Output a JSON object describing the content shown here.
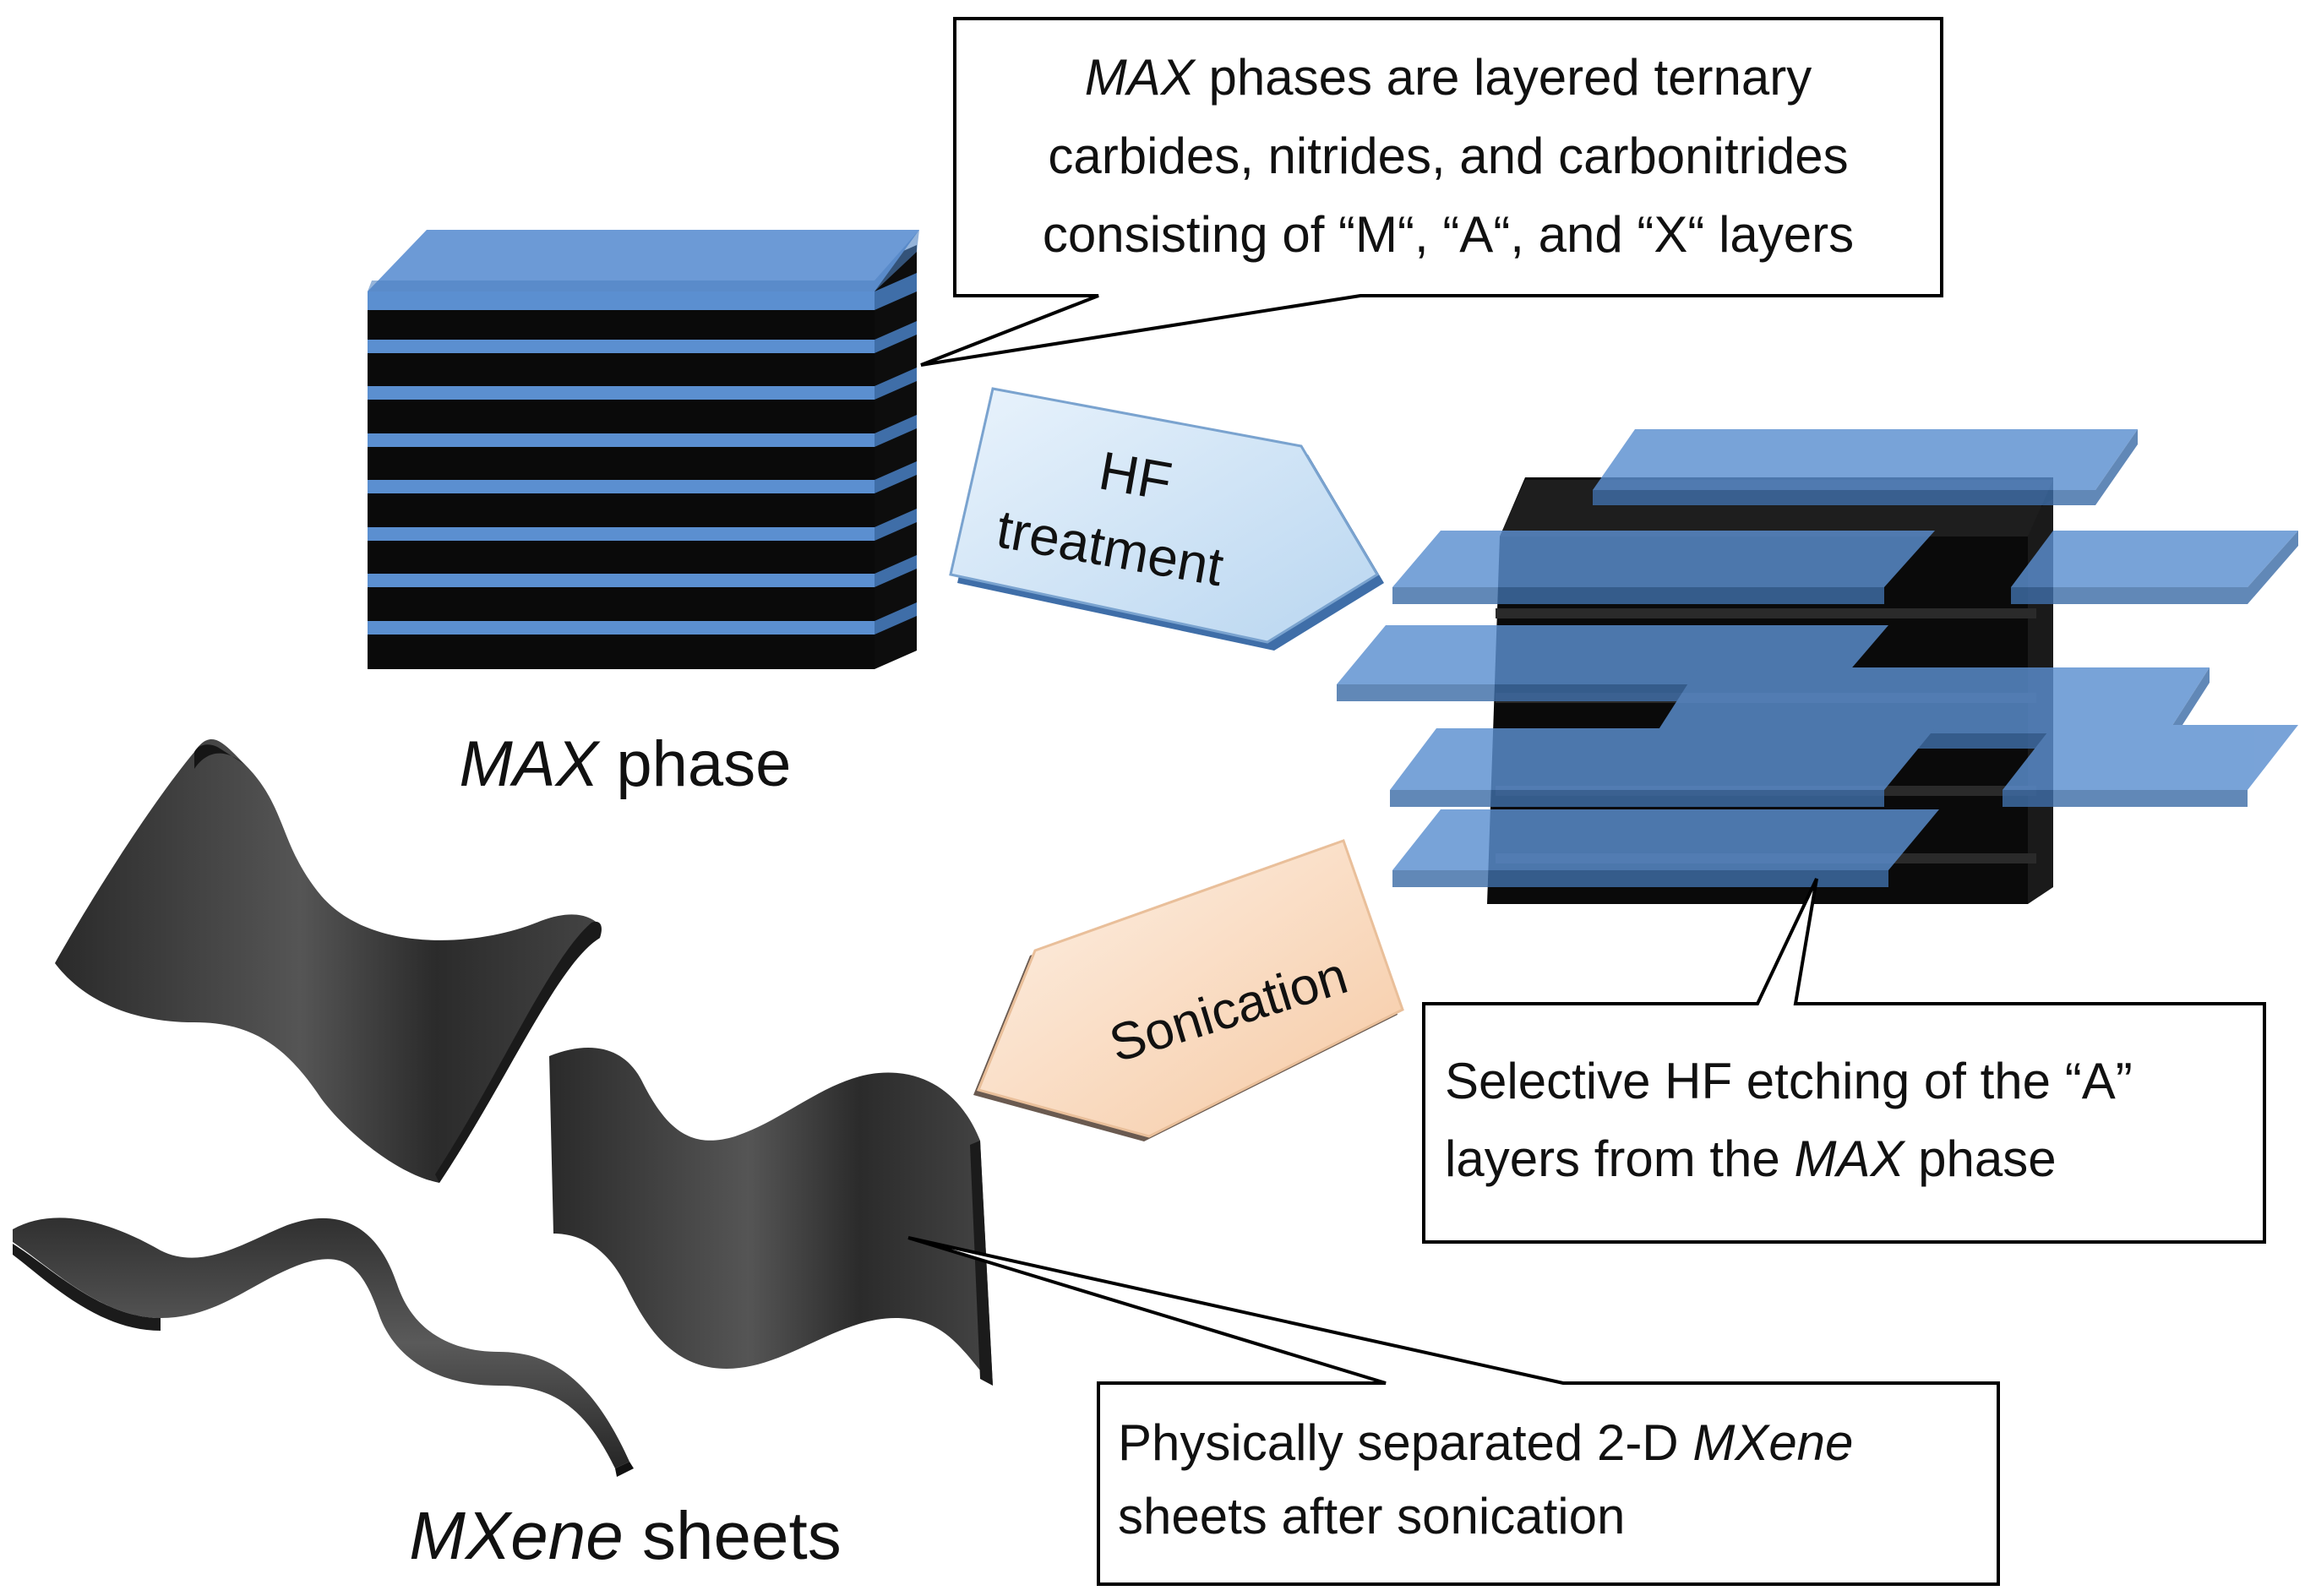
{
  "callouts": {
    "max_description": {
      "line1_italic": "MAX",
      "line1_rest": " phases are layered ternary",
      "line2": "carbides, nitrides, and carbonitrides",
      "line3": "consisting of “M“, “A“, and “X“ layers"
    },
    "etching": {
      "line1": "Selective HF etching of the “A”",
      "line2_pre": "layers from the ",
      "line2_italic": "MAX",
      "line2_post": " phase"
    },
    "sheets": {
      "line1_pre": "Physically separated 2-D ",
      "line1_italic": "MXene",
      "line2": "sheets after sonication"
    }
  },
  "labels": {
    "max_phase": {
      "italic": "MAX",
      "rest": " phase"
    },
    "mxene_sheets": {
      "italic": "MXene",
      "rest": " sheets"
    }
  },
  "arrows": {
    "hf": {
      "line1": "HF",
      "line2": "treatment"
    },
    "sonication": {
      "text": "Sonication"
    }
  },
  "colors": {
    "layer_blue": "#5b8fd0",
    "layer_black": "#0a0a0a",
    "hf_arrow_fill": "#d6e8f8",
    "sonication_fill": "#fbe0c8",
    "sheet_gray": "#3a3a3a"
  }
}
